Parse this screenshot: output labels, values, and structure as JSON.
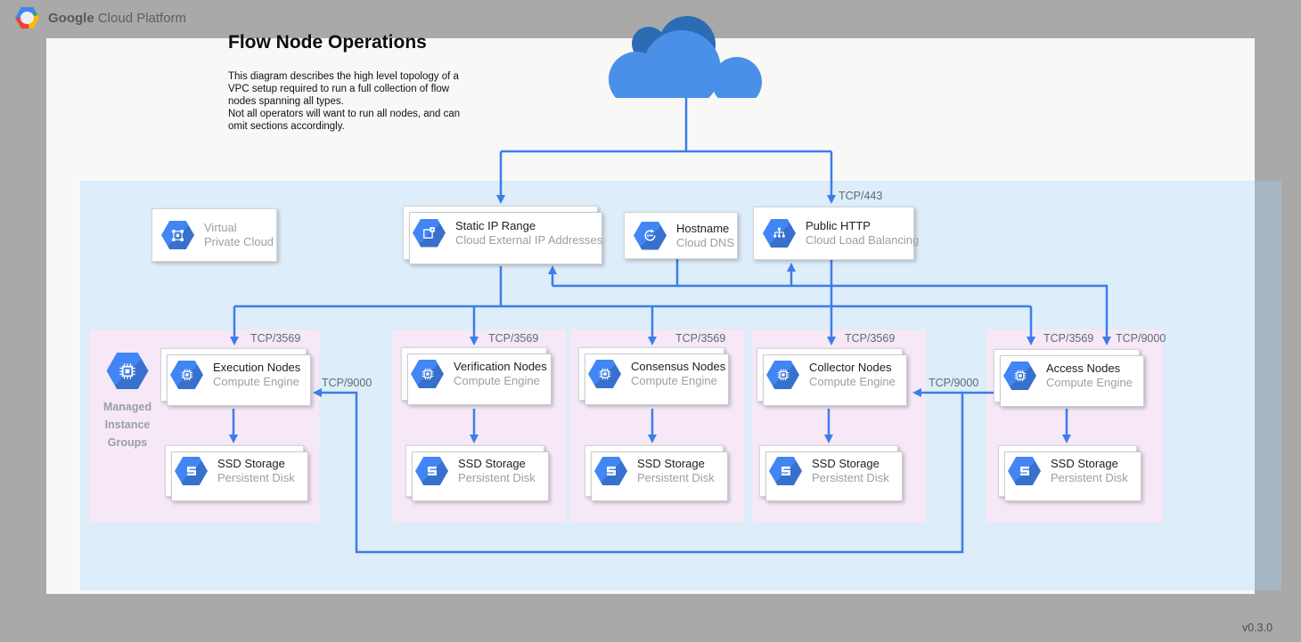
{
  "header": {
    "brand_bold": "Google",
    "brand_rest": "Cloud Platform",
    "logo_icon": "google-cloud-hexagon-logo"
  },
  "intro": {
    "title": "Flow Node Operations",
    "description": "This diagram describes the high level topology of a\nVPC setup required to run a full collection of flow\nnodes spanning all types.\nNot all operators will want to run all nodes, and can\nomit sections accordingly."
  },
  "version": "v0.3.0",
  "cloud_icon": "internet-cloud-icon",
  "ports": {
    "https": "TCP/443",
    "flow": "TCP/3569",
    "access": "TCP/9000"
  },
  "service_cards": {
    "vpc": {
      "line1": "Virtual",
      "line2": "Private Cloud",
      "icon": "virtual-private-cloud-icon"
    },
    "static_ip": {
      "title": "Static IP Range",
      "subtitle": "Cloud External IP Addresses",
      "icon": "external-ip-icon"
    },
    "hostname": {
      "title": "Hostname",
      "subtitle": "Cloud DNS",
      "icon": "cloud-dns-icon"
    },
    "public_http": {
      "title": "Public HTTP",
      "subtitle": "Cloud Load Balancing",
      "icon": "cloud-load-balancing-icon"
    }
  },
  "managed_instance_groups": {
    "label": "Managed\nInstance\nGroups",
    "icon": "compute-engine-icon"
  },
  "zones": [
    {
      "node": {
        "title": "Execution Nodes",
        "subtitle": "Compute Engine",
        "icon": "compute-engine-icon"
      },
      "storage": {
        "title": "SSD Storage",
        "subtitle": "Persistent Disk",
        "icon": "persistent-disk-icon"
      }
    },
    {
      "node": {
        "title": "Verification Nodes",
        "subtitle": "Compute Engine",
        "icon": "compute-engine-icon"
      },
      "storage": {
        "title": "SSD Storage",
        "subtitle": "Persistent Disk",
        "icon": "persistent-disk-icon"
      }
    },
    {
      "node": {
        "title": "Consensus Nodes",
        "subtitle": "Compute Engine",
        "icon": "compute-engine-icon"
      },
      "storage": {
        "title": "SSD Storage",
        "subtitle": "Persistent Disk",
        "icon": "persistent-disk-icon"
      }
    },
    {
      "node": {
        "title": "Collector Nodes",
        "subtitle": "Compute Engine",
        "icon": "compute-engine-icon"
      },
      "storage": {
        "title": "SSD Storage",
        "subtitle": "Persistent Disk",
        "icon": "persistent-disk-icon"
      }
    },
    {
      "node": {
        "title": "Access Nodes",
        "subtitle": "Compute Engine",
        "icon": "compute-engine-icon"
      },
      "storage": {
        "title": "SSD Storage",
        "subtitle": "Persistent Disk",
        "icon": "persistent-disk-icon"
      }
    }
  ],
  "colors": {
    "background_gray": "#a9a9a9",
    "panel_white": "#f8f8f7",
    "vpc_blue_tint": "#ddeefb",
    "zone_pink": "#f6e8f6",
    "connector_blue": "#3d7de9",
    "hexagon_blue": "#4285f4",
    "cloud_blue": "#4a90e8",
    "cloud_dark_blue": "#2c6cb5",
    "title_text": "#202124",
    "subtitle_text": "#9aa0a6"
  }
}
